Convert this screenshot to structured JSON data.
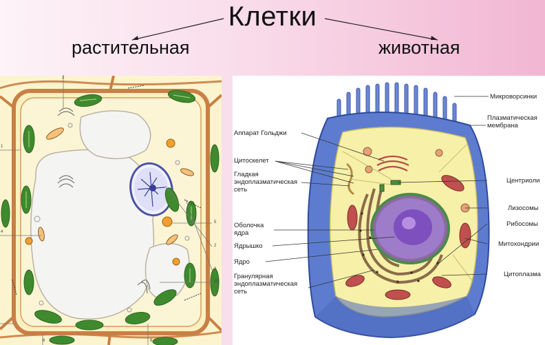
{
  "title": "Клетки",
  "plant_label": "растительная",
  "animal_label": "животная",
  "animal_labels_left": {
    "golgi": "Аппарат Гольджи",
    "cytoskeleton": "Цитоскелет",
    "smooth_er": "Гладкая\nэндоплазматическая\nсеть",
    "nuclear_envelope": "Оболочка\nядра",
    "nucleolus": "Ядрышко",
    "nucleus": "Ядро",
    "rough_er": "Гранулярная\nэндоплазматическая\nсеть"
  },
  "animal_labels_right": {
    "microvilli": "Микроворсинки",
    "plasma_membrane": "Плазматическая\nмембрана",
    "centrioles": "Центриоли",
    "lysosomes": "Лизосомы",
    "ribosomes": "Рибосомы",
    "mitochondria": "Митохондрии",
    "cytoplasm": "Цитоплазма"
  },
  "plant_numbers": [
    "2",
    "5",
    "2",
    "3",
    "10",
    "1",
    "4",
    "6",
    "8"
  ],
  "colors": {
    "cell_wall": "#d08a4e",
    "chloroplast": "#3f8a2e",
    "vacuole": "#f4f4f2",
    "plant_cytoplasm": "#faf2c4",
    "animal_membrane": "#5a78c8",
    "animal_cytoplasm": "#f7f0a8",
    "nucleus": "#7a4fb0",
    "mitochondria": "#c0504d"
  }
}
